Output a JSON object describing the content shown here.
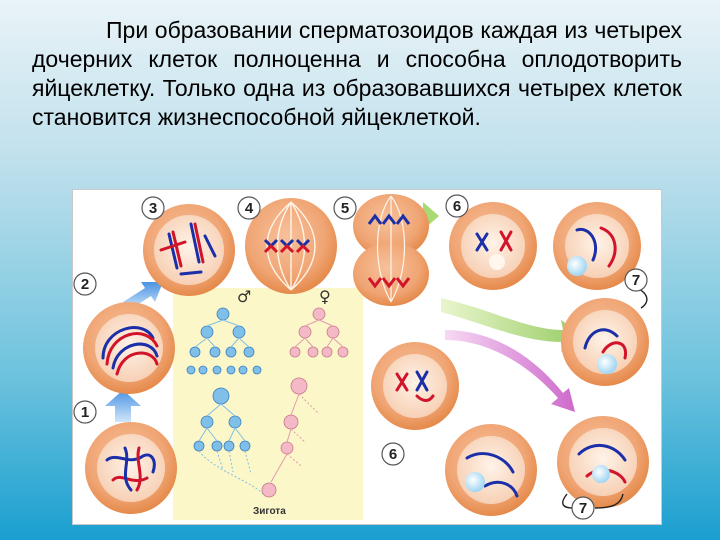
{
  "slide": {
    "paragraph": "При образовании сперматозоидов каждая из четырех дочерних клеток полноценна и способна оплодотворить яйцеклетку. Только одна из образовавшихся четырех клеток становится жизнеспособной яйцеклеткой."
  },
  "figure": {
    "stage_labels": [
      "1",
      "2",
      "3",
      "4",
      "5",
      "6",
      "6",
      "7",
      "7"
    ],
    "male_symbol": "♂",
    "female_symbol": "♀",
    "zygote_label": "Зигота",
    "colors": {
      "cell_fill": "#f0a574",
      "cell_rim": "#e58a4b",
      "nucleus": "#fbe1cd",
      "chrom_red": "#d2142a",
      "chrom_blue": "#1b2fa8",
      "arrow_blue": "#5aa0e6",
      "arrow_green": "#9fd26a",
      "arrow_pink": "#d36ad0",
      "pedigree_bg": "#fbf7c8"
    }
  }
}
